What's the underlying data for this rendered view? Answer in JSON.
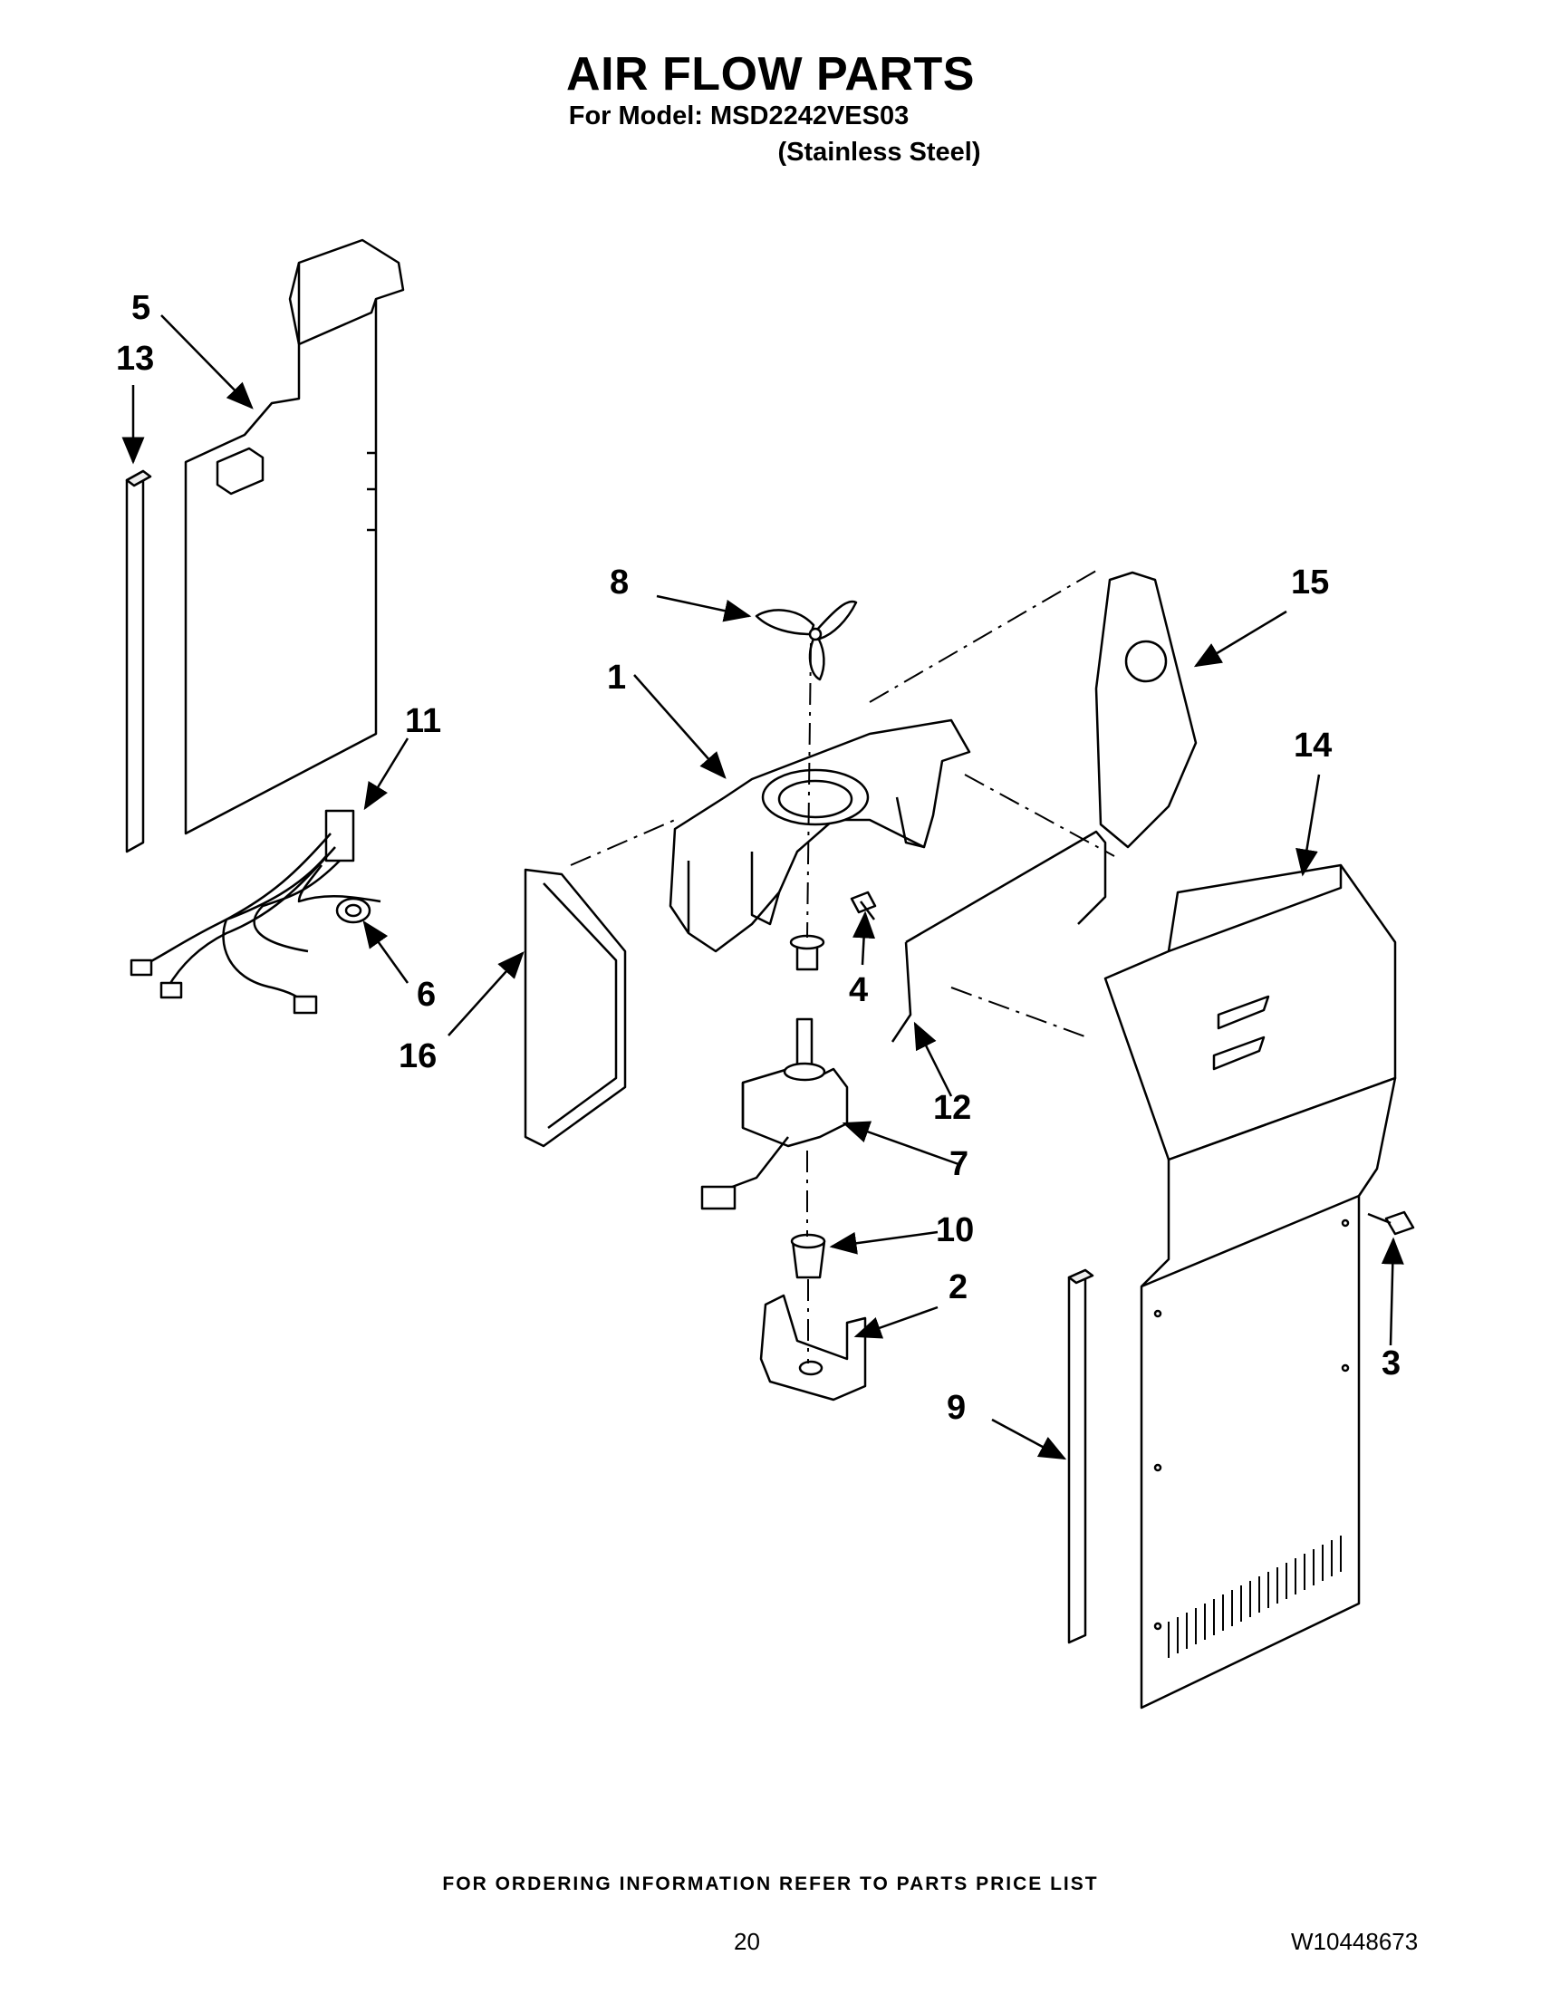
{
  "header": {
    "title": "AIR FLOW PARTS",
    "model_line": "For Model: MSD2242VES03",
    "finish": "(Stainless Steel)"
  },
  "callouts": [
    "1",
    "2",
    "3",
    "4",
    "5",
    "6",
    "7",
    "8",
    "9",
    "10",
    "11",
    "12",
    "13",
    "14",
    "15",
    "16"
  ],
  "footer": {
    "note": "FOR ORDERING INFORMATION REFER TO PARTS PRICE LIST",
    "page_number": "20",
    "document_number": "W10448673"
  }
}
